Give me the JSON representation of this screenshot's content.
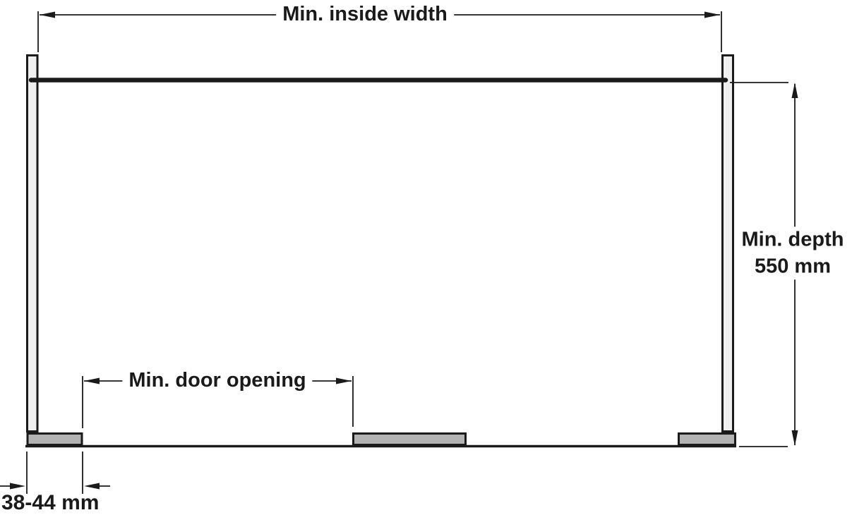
{
  "labels": {
    "inside_width": "Min. inside width",
    "depth": {
      "line1": "Min. depth",
      "line2": "550 mm"
    },
    "door_opening": "Min. door opening",
    "panel_thickness": "38-44 mm"
  },
  "colors": {
    "line": "#1a1a1a",
    "block_fill": "#b3b3b3",
    "panel_fill": "#f0f0f0",
    "background": "#ffffff"
  }
}
